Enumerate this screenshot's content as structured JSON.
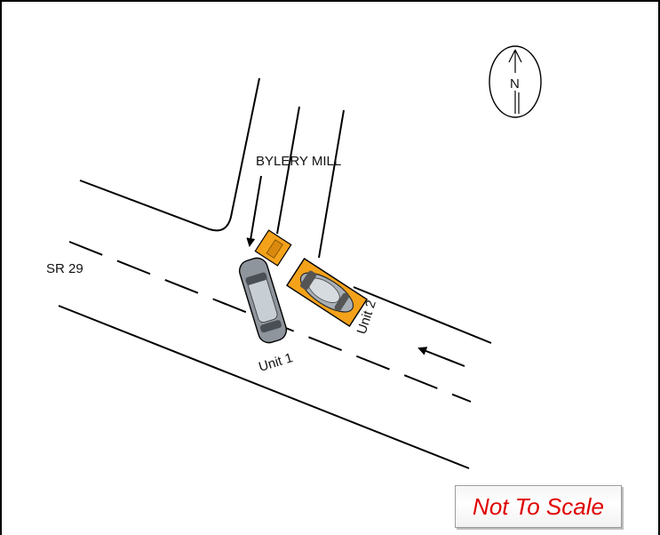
{
  "diagram": {
    "road_main_label": "SR 29",
    "road_side_label": "BYLERY MILL",
    "compass_letter": "N",
    "unit1_label": "Unit 1",
    "unit2_label": "Unit 2",
    "scale_note": "Not To Scale",
    "colors": {
      "road_line": "#000000",
      "unit1_body": "#8f959c",
      "unit2_trailer": "#f4a21a",
      "scale_text": "#e00000"
    }
  }
}
